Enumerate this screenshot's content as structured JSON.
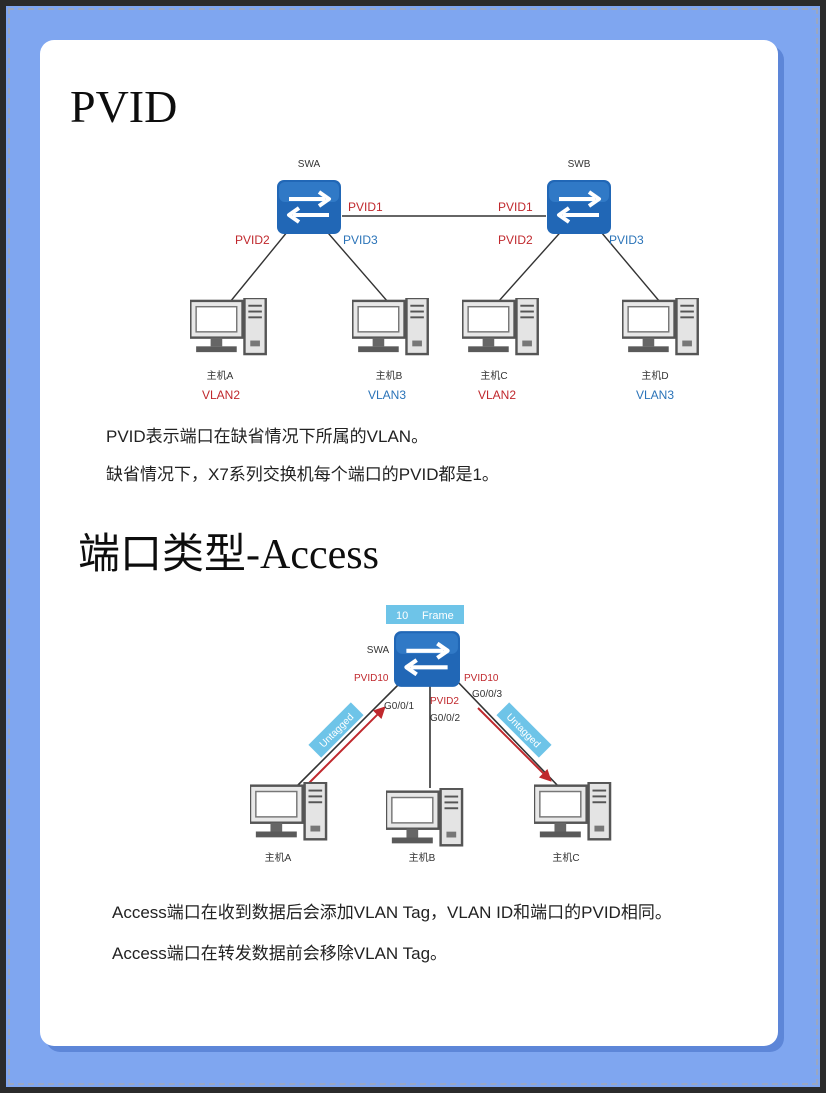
{
  "section1": {
    "title": "PVID",
    "switches": [
      "SWA",
      "SWB"
    ],
    "port_labels": {
      "swa_right": "PVID1",
      "swb_left": "PVID1",
      "swa_left": "PVID2",
      "swa_down": "PVID3",
      "swb_down_left": "PVID2",
      "swb_down_right": "PVID3"
    },
    "hosts": [
      {
        "name": "主机A",
        "vlan": "VLAN2"
      },
      {
        "name": "主机B",
        "vlan": "VLAN3"
      },
      {
        "name": "主机C",
        "vlan": "VLAN2"
      },
      {
        "name": "主机D",
        "vlan": "VLAN3"
      }
    ],
    "descriptions": [
      "PVID表示端口在缺省情况下所属的VLAN。",
      "缺省情况下，X7系列交换机每个端口的PVID都是1。"
    ]
  },
  "section2": {
    "title": "端口类型-Access",
    "frame_vlan": "10",
    "frame_label": "Frame",
    "switch": "SWA",
    "ports": [
      {
        "pvid": "PVID10",
        "port": "G0/0/1"
      },
      {
        "pvid": "PVID2",
        "port": "G0/0/2"
      },
      {
        "pvid": "PVID10",
        "port": "G0/0/3"
      }
    ],
    "untagged_label": "Untagged",
    "hosts": [
      "主机A",
      "主机B",
      "主机C"
    ],
    "descriptions": [
      "Access端口在收到数据后会添加VLAN Tag，VLAN ID和端口的PVID相同。",
      "Access端口在转发数据前会移除VLAN Tag。"
    ]
  },
  "colors": {
    "switch_blue": "#2167b6",
    "pvid_red": "#c0282d",
    "vlan_blue": "#2a73b8",
    "tag_cyan": "#6ec4e8",
    "host_gray": "#5a5a5a",
    "background": "#7fa6f0"
  }
}
